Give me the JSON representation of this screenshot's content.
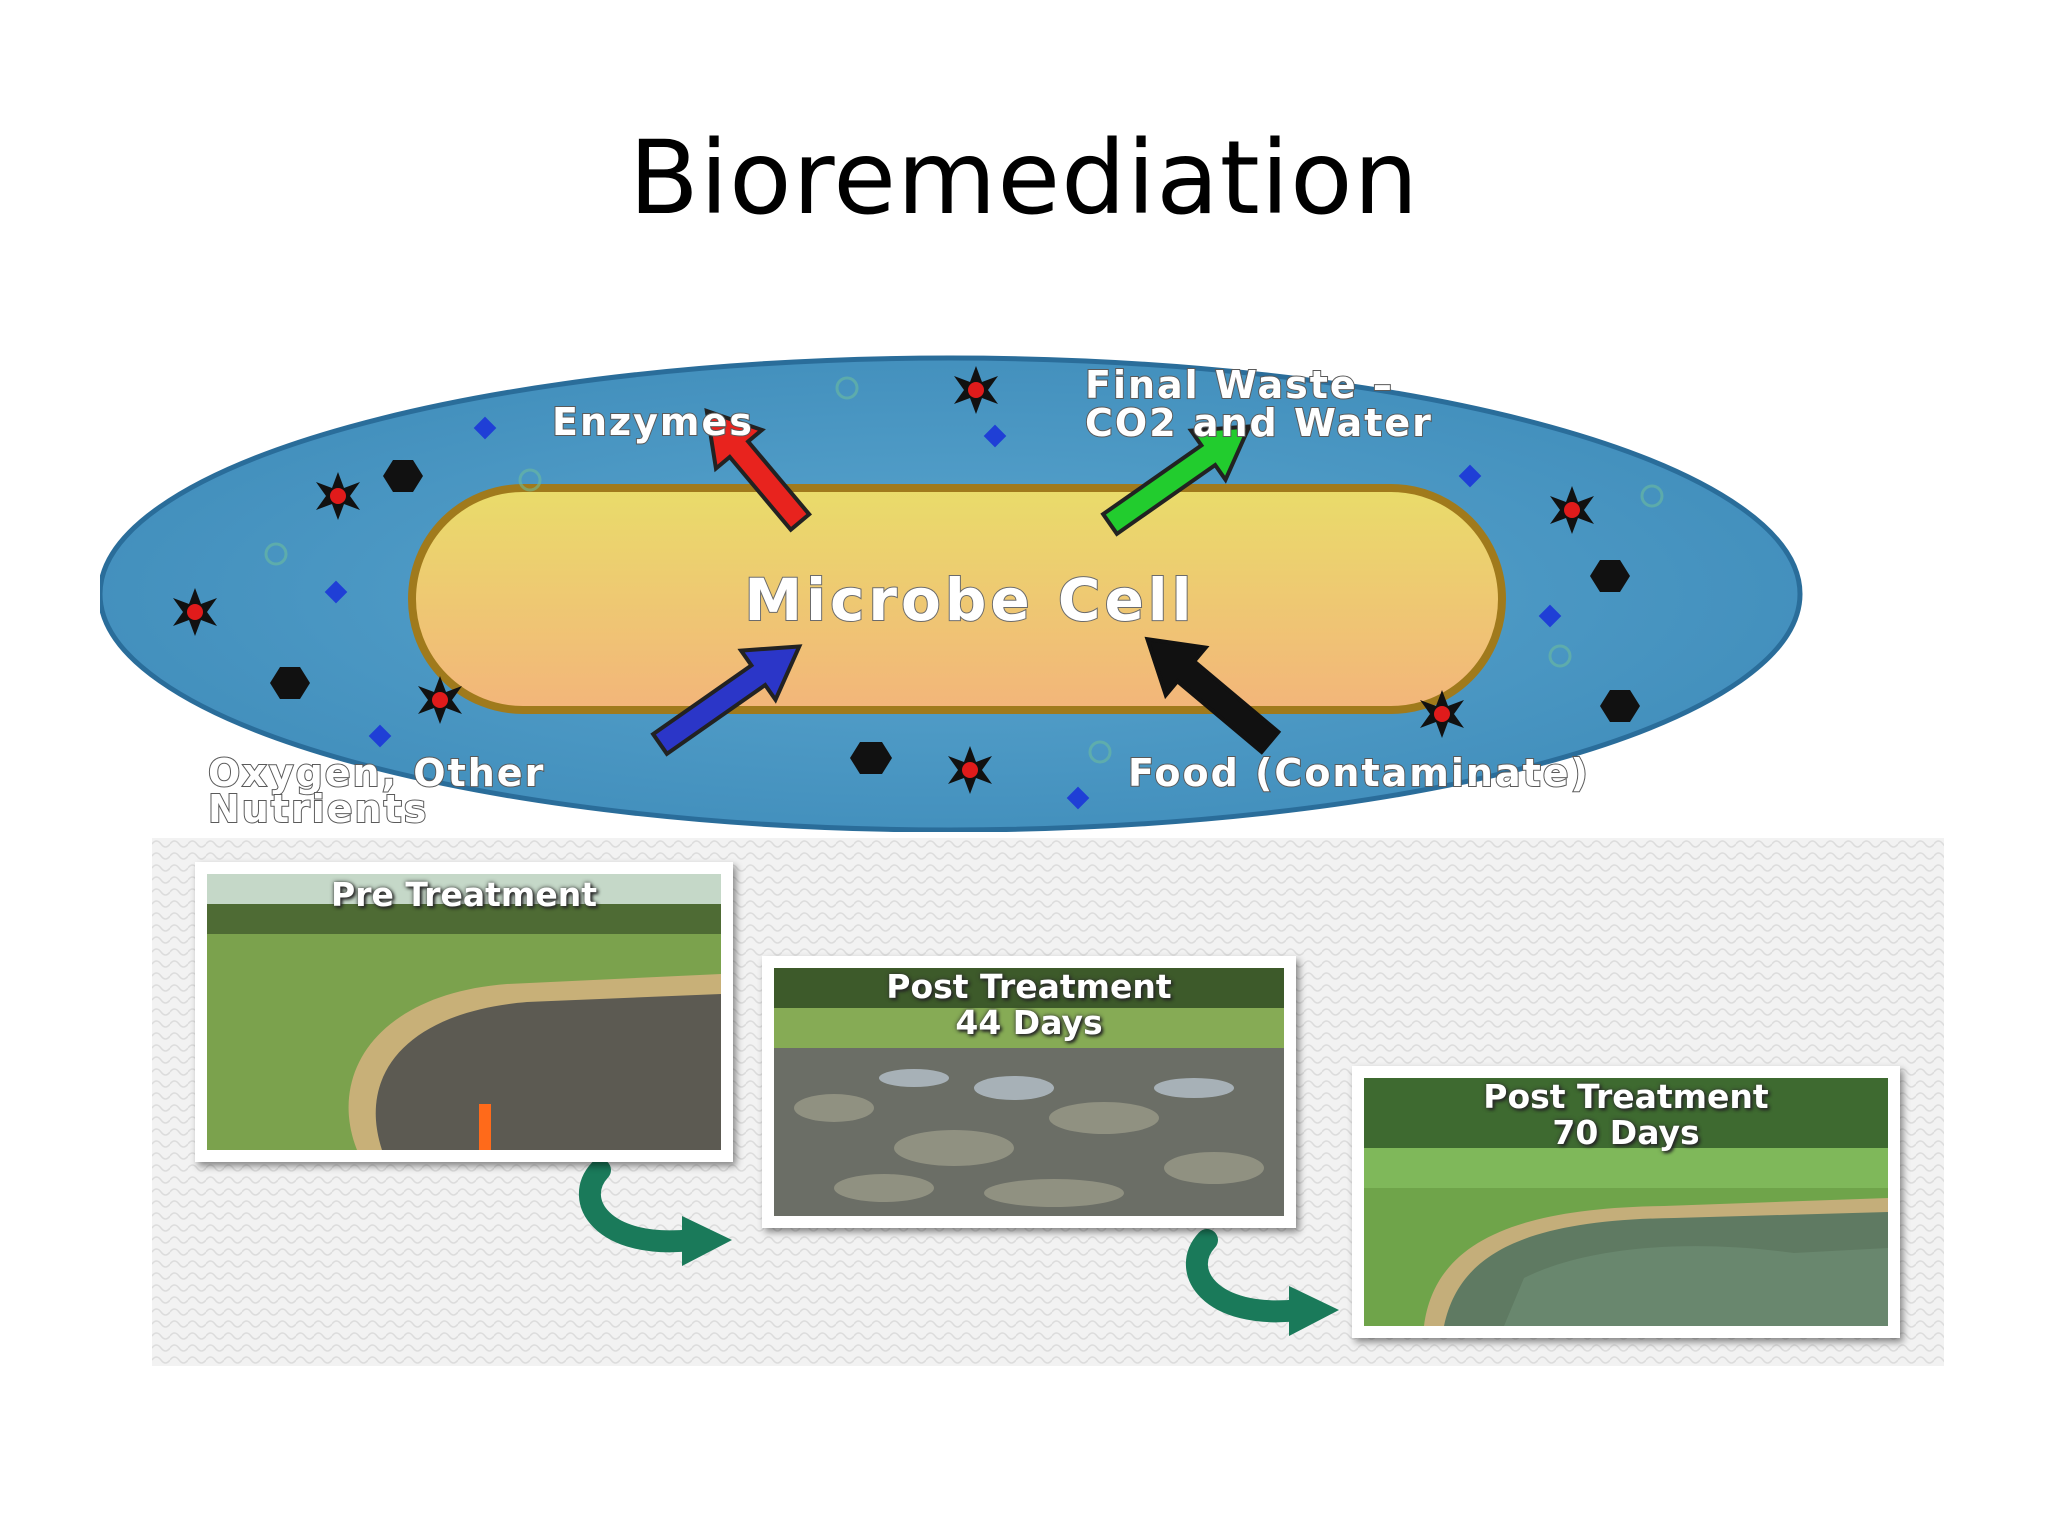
{
  "slide": {
    "title": "Bioremediation"
  },
  "diagram": {
    "cell_label": "Microbe Cell",
    "labels": {
      "enzymes": "Enzymes",
      "final_waste_line1": "Final Waste –",
      "final_waste_line2": "CO2 and Water",
      "oxygen_line1": "Oxygen, Other",
      "oxygen_line2": "Nutrients",
      "food": "Food (Contaminate)"
    },
    "arrow_colors": {
      "enzymes": "#e8231e",
      "final_waste": "#22cc2e",
      "oxygen": "#2b36c8",
      "food": "#111111"
    },
    "colors": {
      "outer_ellipse": "#4a97c3",
      "cell_fill": "#f2c178",
      "cell_border": "#a07a1c"
    }
  },
  "photos": {
    "pre": {
      "caption_line1": "Pre Treatment"
    },
    "post44": {
      "caption_line1": "Post Treatment",
      "caption_line2": "44 Days"
    },
    "post70": {
      "caption_line1": "Post Treatment",
      "caption_line2": "70 Days"
    },
    "arrow_color": "#1a7a5a"
  }
}
